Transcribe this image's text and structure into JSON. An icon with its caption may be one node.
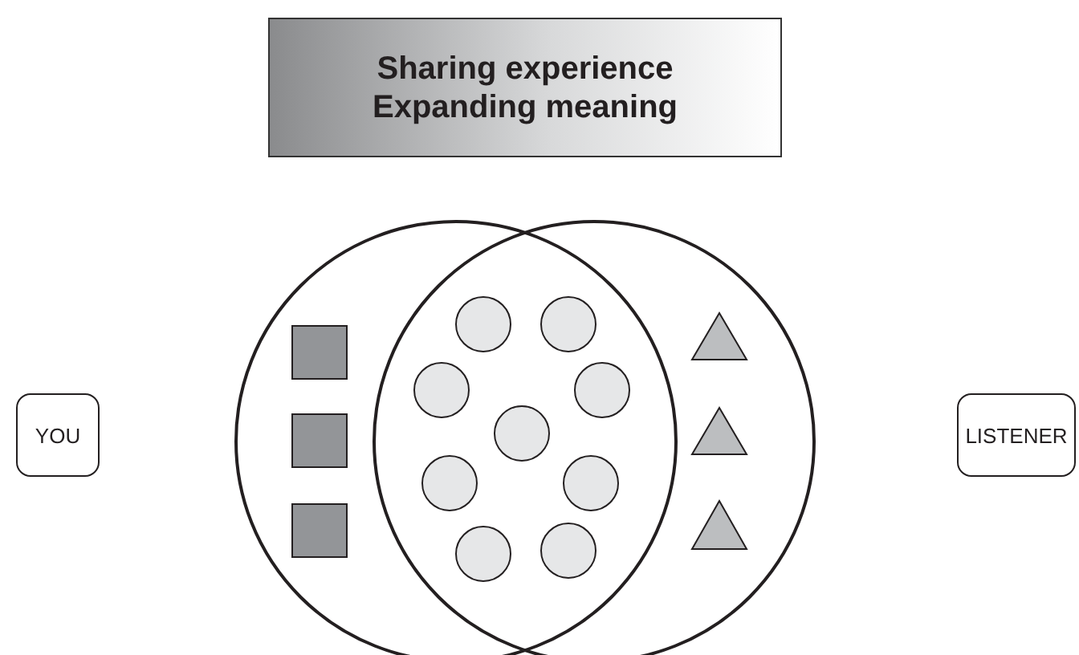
{
  "diagram": {
    "nodes": [
      {
        "text": [
          "Sharing experience",
          "Expanding meaning"
        ]
      },
      {
        "text": [
          "YOU"
        ]
      },
      {
        "text": [
          "LISTENER"
        ]
      }
    ]
  }
}
